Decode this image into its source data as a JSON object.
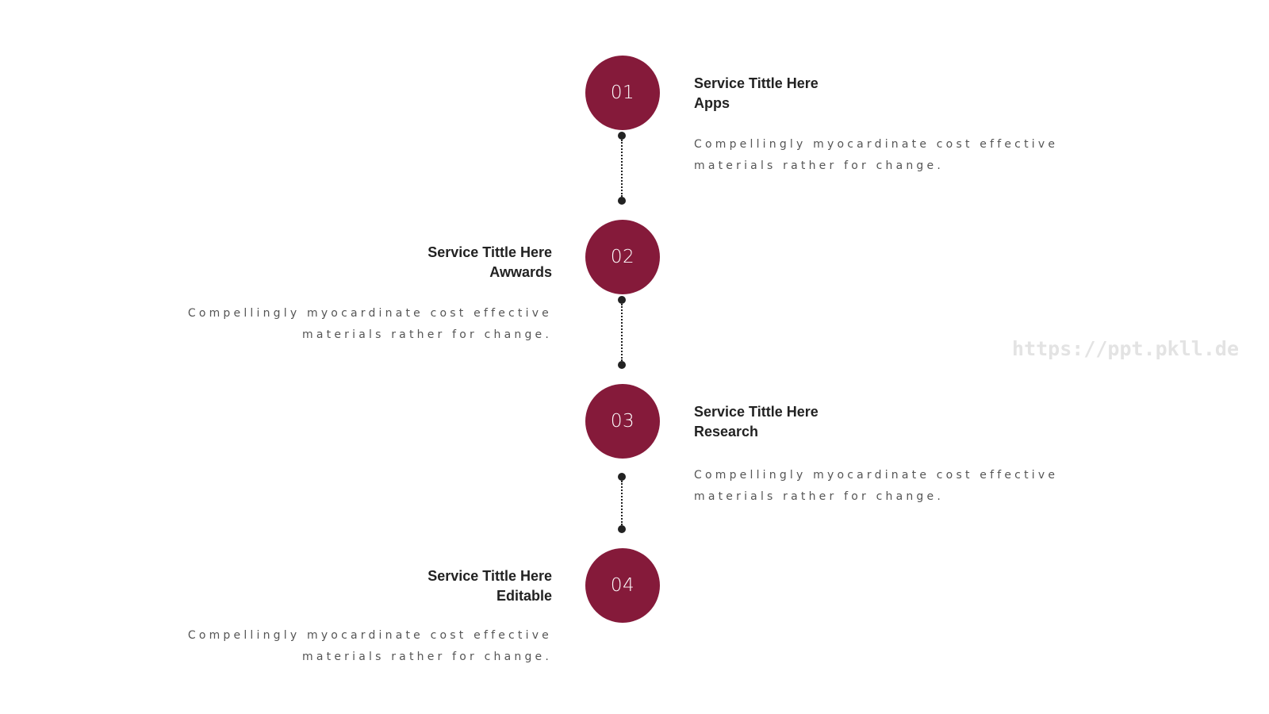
{
  "colors": {
    "circle": "#851a3a",
    "connector": "#222222",
    "title": "#222222",
    "description": "#555555",
    "watermark": "#e3e3e3"
  },
  "steps": [
    {
      "number": "01",
      "title_line1": "Service Tittle Here",
      "title_line2": "Apps",
      "description_line1": "Compellingly myocardinate cost effective",
      "description_line2": "materials rather for change."
    },
    {
      "number": "02",
      "title_line1": "Service Tittle Here",
      "title_line2": "Awwards",
      "description_line1": "Compellingly myocardinate cost effective",
      "description_line2": "materials rather for change."
    },
    {
      "number": "03",
      "title_line1": "Service Tittle Here",
      "title_line2": "Research",
      "description_line1": "Compellingly myocardinate cost effective",
      "description_line2": "materials rather for change."
    },
    {
      "number": "04",
      "title_line1": "Service Tittle Here",
      "title_line2": "Editable",
      "description_line1": "Compellingly myocardinate cost effective",
      "description_line2": "materials rather for change."
    }
  ],
  "watermark": "https://ppt.pkll.de"
}
